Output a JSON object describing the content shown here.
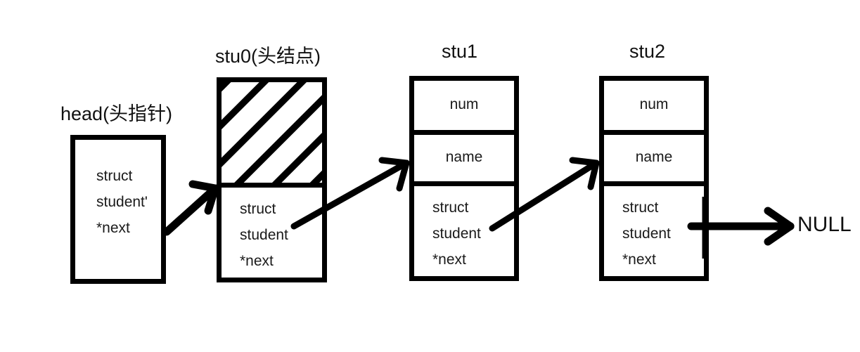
{
  "diagram": {
    "title_head": "head(头指针)",
    "title_stu0": "stu0(头结点)",
    "title_stu1": "stu1",
    "title_stu2": "stu2",
    "null_label": "NULL",
    "struct_line1": "struct",
    "struct_line2": "student",
    "struct_line2_head": "student'",
    "struct_line3": "*next",
    "field_num": "num",
    "field_name": "name",
    "colors": {
      "stroke": "#000000",
      "text": "#1a1a1a",
      "background": "#ffffff"
    }
  }
}
